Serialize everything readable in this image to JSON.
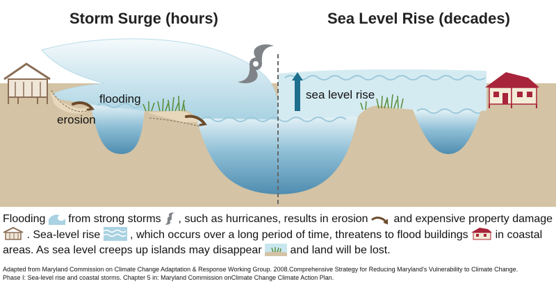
{
  "titles": {
    "storm_surge": "Storm Surge (hours)",
    "sea_level_rise": "Sea Level Rise (decades)"
  },
  "scene_labels": {
    "flooding": "flooding",
    "erosion": "erosion",
    "sea_level_rise": "sea level rise"
  },
  "caption": {
    "p1": "Flooding ",
    "p2": " from strong storms ",
    "p3": ", such as hurricanes, results in erosion ",
    "p4": "and expensive property damage ",
    "p5": ". Sea-level rise ",
    "p6": ", which occurs over a long period of time, threatens to flood buildings ",
    "p7": " in coastal areas.  As sea level creeps up islands may disappear ",
    "p8": "and land will be lost."
  },
  "credits": {
    "line1": "Adapted from Maryland Commission on Climate Change Adaptation & Response Working Group. 2008.Comprehensive Strategy for Reducing Maryland's Vulnerability to Climate Change.",
    "line2": "Phase I: Sea-level rise and coastal storms. Chapter 5 in: Maryland Commission onClimate Change Climate Action Plan."
  },
  "icons": {
    "storm": "hurricane-icon",
    "wave": "wave-icon",
    "erosion": "erosion-arrow-icon",
    "damaged_house": "damaged-house-icon",
    "house": "red-house-icon",
    "island": "island-icon",
    "rise": "up-arrow-icon"
  },
  "colors": {
    "sand": "#d4c3a4",
    "deep_water": "#5b97b8",
    "wave_light": "#c8e6ef",
    "house_red": "#a8243a",
    "arrow_teal": "#1e6f8e",
    "divider": "#666666"
  }
}
